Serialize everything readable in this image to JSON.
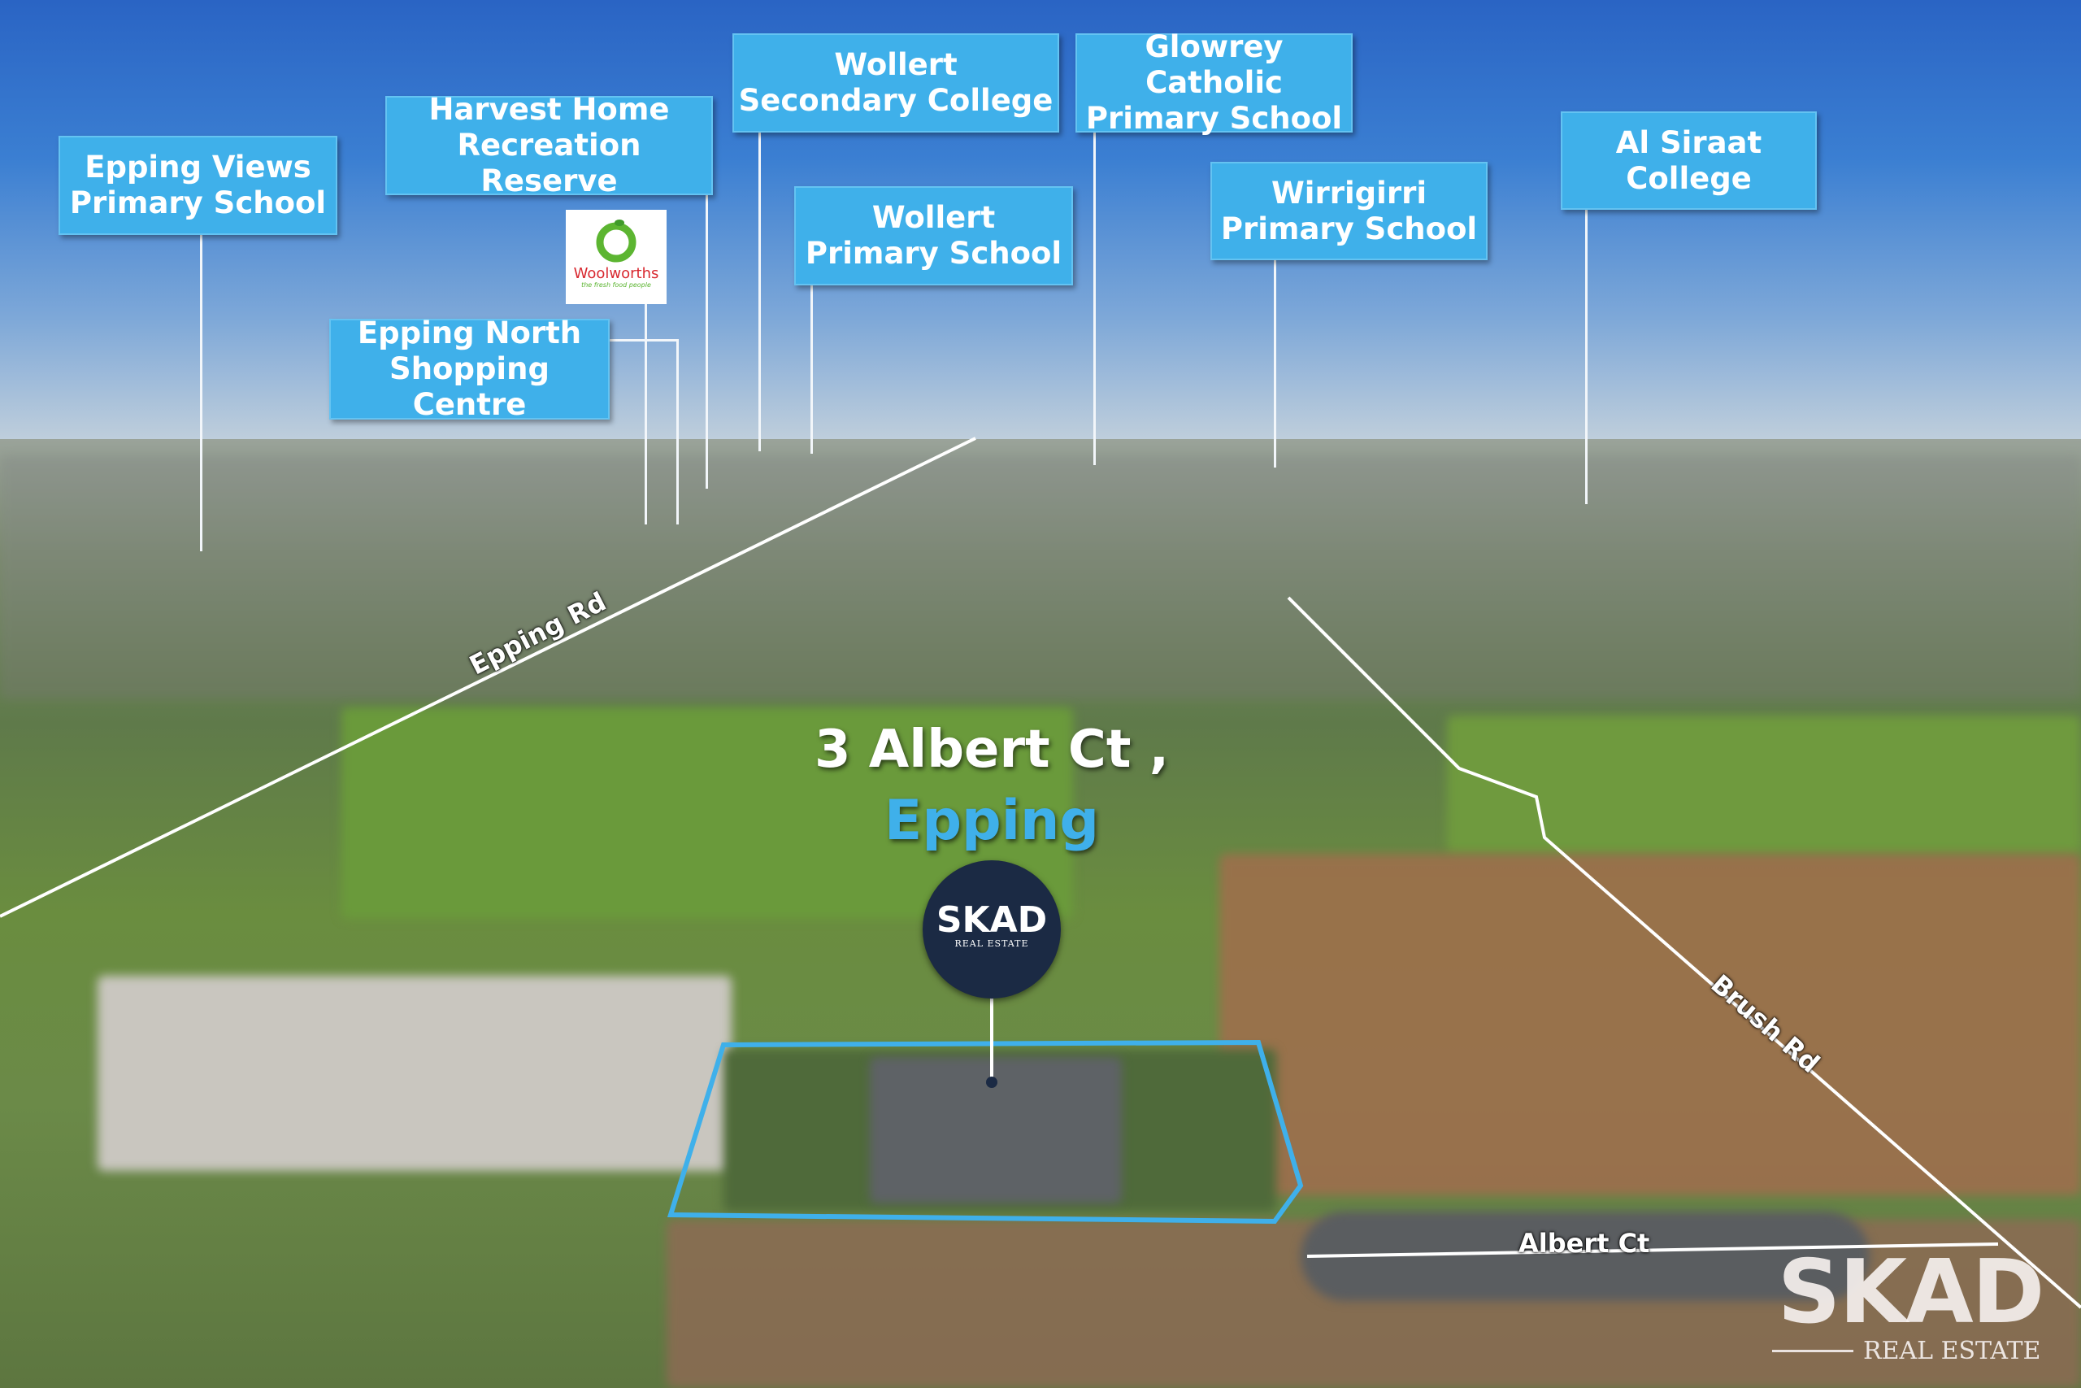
{
  "labels": {
    "epping_views": [
      "Epping Views",
      "Primary School"
    ],
    "harvest_home": [
      "Harvest Home",
      "Recreation Reserve"
    ],
    "wollert_secondary": [
      "Wollert",
      "Secondary College"
    ],
    "glowrey": [
      "Glowrey Catholic",
      "Primary School"
    ],
    "al_siraat": [
      "Al Siraat",
      "College"
    ],
    "wollert_primary": [
      "Wollert",
      "Primary School"
    ],
    "wirrigirri": [
      "Wirrigirri",
      "Primary School"
    ],
    "epping_north": [
      "Epping North",
      "Shopping Centre"
    ]
  },
  "woolworths": {
    "name": "Woolworths",
    "tagline": "the fresh food people"
  },
  "roads": {
    "epping_rd": "Epping Rd",
    "brush_rd": "Brush Rd",
    "albert_ct": "Albert Ct"
  },
  "property": {
    "address": "3 Albert Ct ,",
    "suburb": "Epping"
  },
  "brand": {
    "name": "SKAD",
    "sub": "REAL ESTATE"
  },
  "colors": {
    "label_bg": "#3fb0ea",
    "outline": "#3fb0ea",
    "sky": "#2a64c4"
  }
}
